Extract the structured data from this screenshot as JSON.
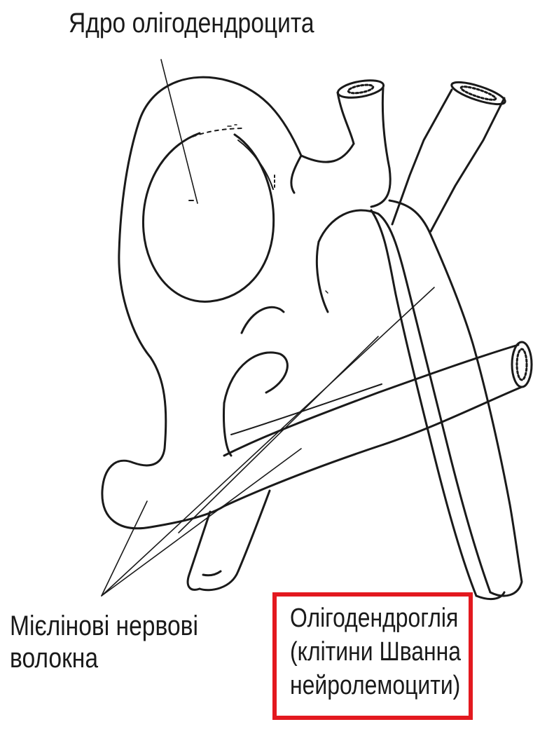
{
  "labels": {
    "nucleus": "Ядро олігодендроцита",
    "myelin_line1": "Мієлінові нервові",
    "myelin_line2": "волокна",
    "oligo_line1": "Олігодендроглія",
    "oligo_line2": "(клітини Шванна",
    "oligo_line3": "нейролемоцити)"
  },
  "colors": {
    "ink": "#1a1a1a",
    "highlight": "#e3191f",
    "background": "#ffffff"
  }
}
